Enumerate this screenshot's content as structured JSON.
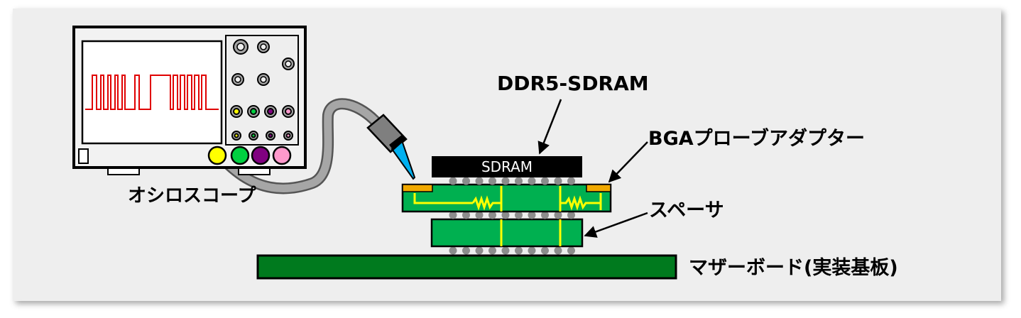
{
  "labels": {
    "ddr5": "DDR5-SDRAM",
    "bga_adapter": "BGAプローブアダプター",
    "spacer": "スペーサ",
    "motherboard": "マザーボード(実装基板)",
    "oscilloscope": "オシロスコープ",
    "sdram_chip": "SDRAM"
  },
  "colors": {
    "panel_bg": "#eeeeee",
    "board_green": "#00b050",
    "motherboard_green": "#007a1e",
    "trace_yellow": "#ffff00",
    "pad_orange": "#f0a800",
    "signal_red": "#e00000",
    "ball_gray": "#888888",
    "probe_tip_cyan": "#00b0f0",
    "cable_gray": "#a6a6a6"
  },
  "scope_channel_colors": [
    "#ffff00",
    "#00d040",
    "#800080",
    "#ff99cc"
  ],
  "icons": [
    "oscilloscope-icon",
    "probe-icon",
    "cable-icon"
  ]
}
